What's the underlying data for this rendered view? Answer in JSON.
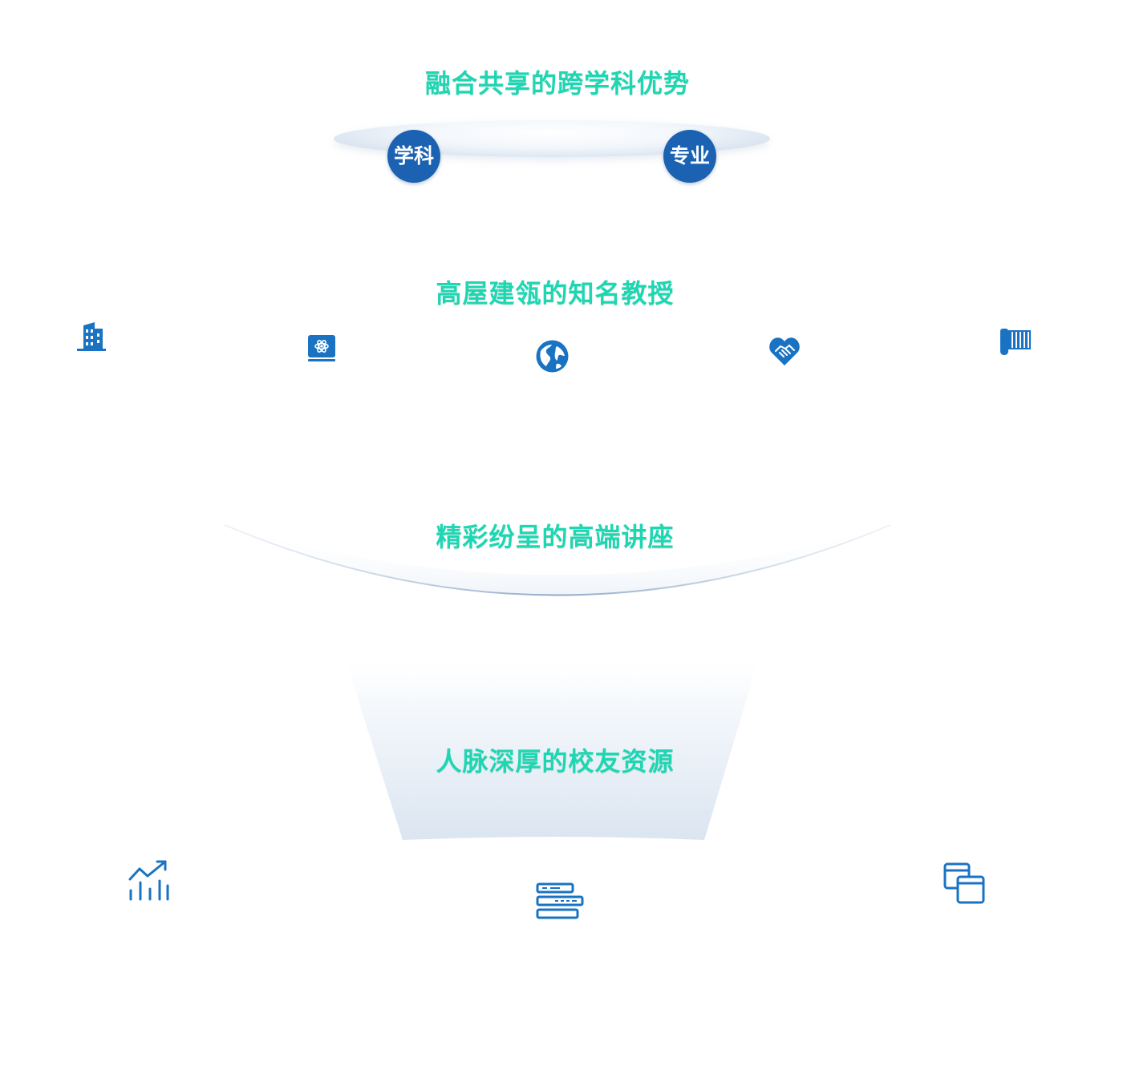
{
  "sections": [
    {
      "title": "融合共享的跨学科优势"
    },
    {
      "title": "高屋建瓴的知名教授"
    },
    {
      "title": "精彩纷呈的高端讲座"
    },
    {
      "title": "人脉深厚的校友资源"
    }
  ],
  "badges": {
    "left": "学科",
    "right": "专业"
  },
  "colors": {
    "heading": "#1fd6b2",
    "primary_blue": "#1b63b2",
    "icon_blue": "#1a73c2"
  },
  "icons": {
    "row1": [
      "building-icon",
      "atom-book-icon",
      "globe-icon",
      "handshake-icon",
      "scroll-icon"
    ],
    "row2": [
      "chart-trend-icon",
      "server-icon",
      "windows-icon"
    ]
  }
}
